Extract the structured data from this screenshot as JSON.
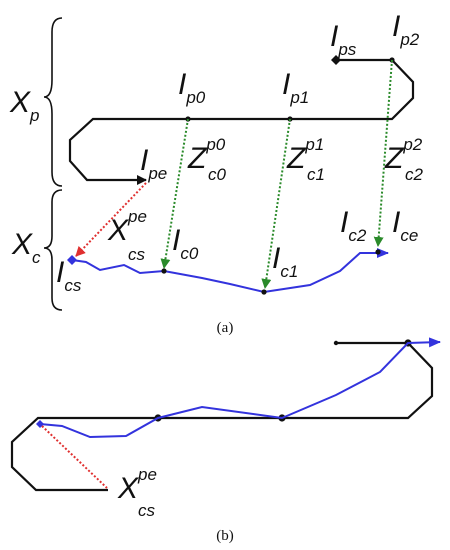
{
  "colors": {
    "outline": "#111111",
    "camera_path": "#3333dd",
    "projection": "#2a8a2a",
    "transform": "#e03030"
  },
  "panel_a": {
    "caption": "(a)",
    "X_p": {
      "main": "X",
      "sub": "p"
    },
    "X_c": {
      "main": "X",
      "sub": "c"
    },
    "I_ps": {
      "main": "I",
      "sub": "ps"
    },
    "I_p2": {
      "main": "I",
      "sub": "p2"
    },
    "I_p0": {
      "main": "I",
      "sub": "p0"
    },
    "I_p1": {
      "main": "I",
      "sub": "p1"
    },
    "I_pe": {
      "main": "I",
      "sub": "pe"
    },
    "Z_c0_p0": {
      "main": "Z",
      "sup": "p0",
      "sub": "c0"
    },
    "Z_c1_p1": {
      "main": "Z",
      "sup": "p1",
      "sub": "c1"
    },
    "Z_c2_p2": {
      "main": "Z",
      "sup": "p2",
      "sub": "c2"
    },
    "X_cs_pe": {
      "main": "X",
      "sup": "pe",
      "sub": "cs"
    },
    "I_c0": {
      "main": "I",
      "sub": "c0"
    },
    "I_c1": {
      "main": "I",
      "sub": "c1"
    },
    "I_c2": {
      "main": "I",
      "sub": "c2"
    },
    "I_ce": {
      "main": "I",
      "sub": "ce"
    },
    "I_cs": {
      "main": "I",
      "sub": "cs"
    }
  },
  "panel_b": {
    "caption": "(b)",
    "X_cs_pe": {
      "main": "X",
      "sup": "pe",
      "sub": "cs"
    }
  }
}
